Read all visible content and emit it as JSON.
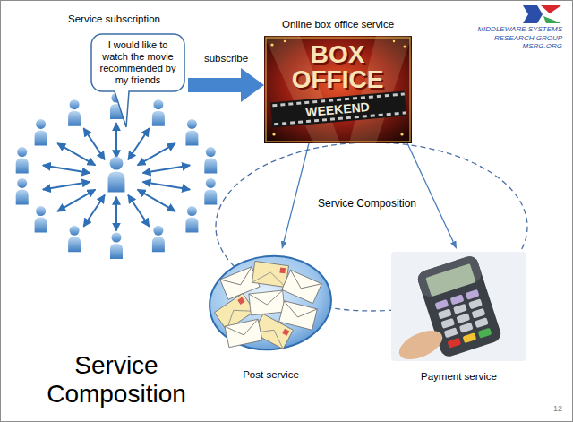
{
  "diagram": {
    "title": "Service Composition",
    "nodes": [
      {
        "text": [
          "Service subscription"
        ]
      },
      {
        "text": [
          "I would like to watch the movie recommended by my friends"
        ]
      },
      {
        "text": [
          "Online box office service"
        ]
      },
      {
        "text": [
          "Service Composition"
        ]
      },
      {
        "text": [
          "Post service"
        ]
      },
      {
        "text": [
          "Payment service"
        ]
      }
    ],
    "edges": [
      {
        "from": 0,
        "to": 2,
        "arrow": "to",
        "label": "subscribe"
      },
      {
        "from": 2,
        "to": 4,
        "arrow": "to"
      },
      {
        "from": 2,
        "to": 5,
        "arrow": "to"
      }
    ],
    "labels": [
      "BOX OFFICE",
      "WEEKEND",
      "MIDDLEWARE SYSTEMS RESEARCH GROUP",
      "MSRG.ORG",
      "12"
    ]
  }
}
